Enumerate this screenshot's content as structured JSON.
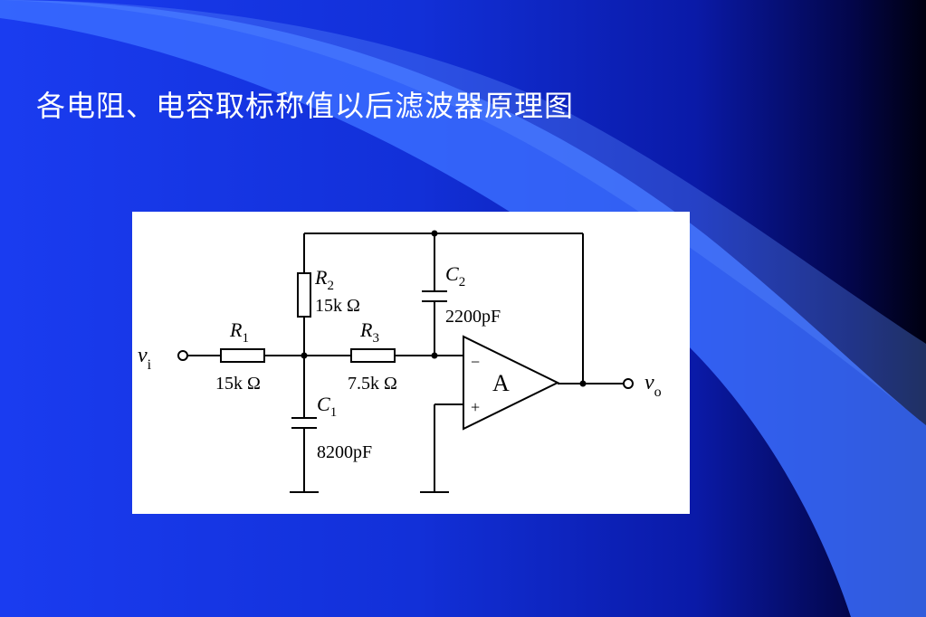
{
  "slide": {
    "title": "各电阻、电容取标称值以后滤波器原理图"
  },
  "colors": {
    "background_left": "#1a3cf0",
    "background_right": "#000010",
    "swoosh": "#4a7cff",
    "panel": "#ffffff",
    "wire": "#000000"
  },
  "circuit": {
    "input": {
      "symbol": "v",
      "sub": "i"
    },
    "output": {
      "symbol": "v",
      "sub": "o"
    },
    "R1": {
      "symbol": "R",
      "sub": "1",
      "value": "15k Ω"
    },
    "R2": {
      "symbol": "R",
      "sub": "2",
      "value": "15k Ω"
    },
    "R3": {
      "symbol": "R",
      "sub": "3",
      "value": "7.5k Ω"
    },
    "C1": {
      "symbol": "C",
      "sub": "1",
      "value": "8200pF"
    },
    "C2": {
      "symbol": "C",
      "sub": "2",
      "value": "2200pF"
    },
    "opamp": {
      "label": "A",
      "minus": "−",
      "plus": "+"
    }
  }
}
